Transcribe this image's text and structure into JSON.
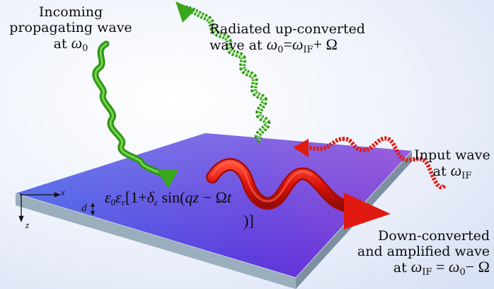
{
  "labels": {
    "incoming_line1": "Incoming",
    "incoming_line2": "propagating wave",
    "incoming_line3_text": "at ",
    "incoming_omega": "ω",
    "incoming_omega_sub": "0",
    "radiated_line1": "Radiated up-converted",
    "radiated_line2_text": "wave at ",
    "radiated_omega": "ω",
    "radiated_omega_sub": "0",
    "radiated_eq": "=",
    "radiated_omega_if": "ω",
    "radiated_if_sub": "IF",
    "radiated_plus": "+ Ω",
    "input_line1": "Input wave",
    "input_line2_text": "at ",
    "input_omega": "ω",
    "input_if_sub": "IF",
    "down_line1": "Down-converted",
    "down_line2": "and amplified wave",
    "down_line3_text": "at ",
    "down_omega_if": "ω",
    "down_if_sub": "IF",
    "down_eq": " = ",
    "down_omega": "ω",
    "down_omega_sub": "0",
    "down_minus": "− Ω",
    "eps": "ε",
    "eps_sub0": "0",
    "eps_r": "ε",
    "eps_sub_r": "r",
    "bracket_open": "[1+",
    "delta": "δ",
    "delta_sub": "ε",
    "sin_text": " sin(",
    "q": "q",
    "z": "z",
    "minus_Omega": " − Ω",
    "t": "t",
    "close": ")]",
    "axis_x": "x",
    "axis_z": "z",
    "thickness_d": "d"
  },
  "colors": {
    "slab_left": "#3b4fe0",
    "slab_right": "#6b2fd6",
    "slab_edge": "#8fa3b3",
    "green_wave": "#2f9a17",
    "green_light": "#6cd43a",
    "red_wave": "#e01a10",
    "red_dark": "#a10c06",
    "background_glow": "#dfe7f7"
  }
}
